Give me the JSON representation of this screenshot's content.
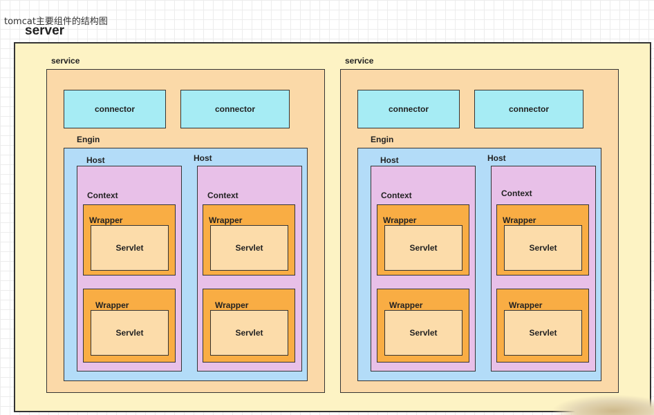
{
  "caption": "tomcat主要组件的结构图",
  "server_label": "server",
  "labels": {
    "service": "service",
    "connector": "connector",
    "engin": "Engin",
    "host": "Host",
    "context": "Context",
    "wrapper": "Wrapper",
    "servlet": "Servlet"
  },
  "colors": {
    "server": "#fdf3c4",
    "service": "#fbd9a8",
    "connector": "#a6ecf4",
    "engin": "#b3dcf8",
    "host": "#e8c0e8",
    "wrapper": "#f9ad44",
    "servlet": "#fcdcaa"
  }
}
